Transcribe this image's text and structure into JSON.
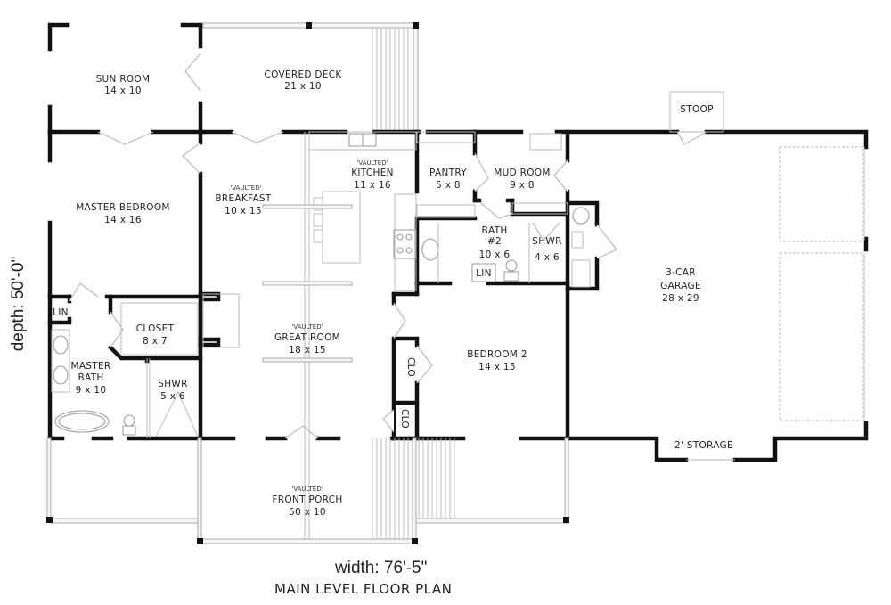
{
  "plan": {
    "title": "MAIN LEVEL FLOOR PLAN",
    "width_dim": "width: 76'-5\"",
    "depth_dim": "depth: 50'-0\""
  },
  "rooms": {
    "sun_room": {
      "name": "SUN ROOM",
      "size": "14 x 10"
    },
    "covered_deck": {
      "name": "COVERED DECK",
      "size": "21 x 10"
    },
    "master_bedroom": {
      "name": "MASTER BEDROOM",
      "size": "14 x 16"
    },
    "breakfast": {
      "note": "'VAULTED'",
      "name": "BREAKFAST",
      "size": "10 x 15"
    },
    "kitchen": {
      "note": "'VAULTED'",
      "name": "KITCHEN",
      "size": "11 x 16"
    },
    "pantry": {
      "name": "PANTRY",
      "size": "5 x 8"
    },
    "mud_room": {
      "name": "MUD ROOM",
      "size": "9 x 8"
    },
    "bath2": {
      "name": "BATH",
      "num": "#2",
      "size": "10 x 6"
    },
    "bath2_shower": {
      "name": "SHWR",
      "size": "4 x 6"
    },
    "bath2_linen": {
      "name": "LIN"
    },
    "stoop": {
      "name": "STOOP"
    },
    "garage": {
      "name": "3-CAR",
      "name2": "GARAGE",
      "size": "28 x 29"
    },
    "garage_storage": {
      "name": "2' STORAGE"
    },
    "master_linen": {
      "name": "LIN"
    },
    "closet": {
      "name": "CLOSET",
      "size": "8 x 7"
    },
    "master_bath": {
      "name": "MASTER",
      "name2": "BATH",
      "size": "9 x 10"
    },
    "master_shower": {
      "name": "SHWR",
      "size": "5 x 6"
    },
    "great_room": {
      "note": "'VAULTED'",
      "name": "GREAT ROOM",
      "size": "18 x 15"
    },
    "bedroom2": {
      "name": "BEDROOM 2",
      "size": "14 x 15"
    },
    "bedroom2_closet": {
      "name": "CLO"
    },
    "coat_closet": {
      "name": "CLO"
    },
    "front_porch": {
      "note": "'VAULTED'",
      "name": "FRONT PORCH",
      "size": "50 x 10"
    }
  }
}
